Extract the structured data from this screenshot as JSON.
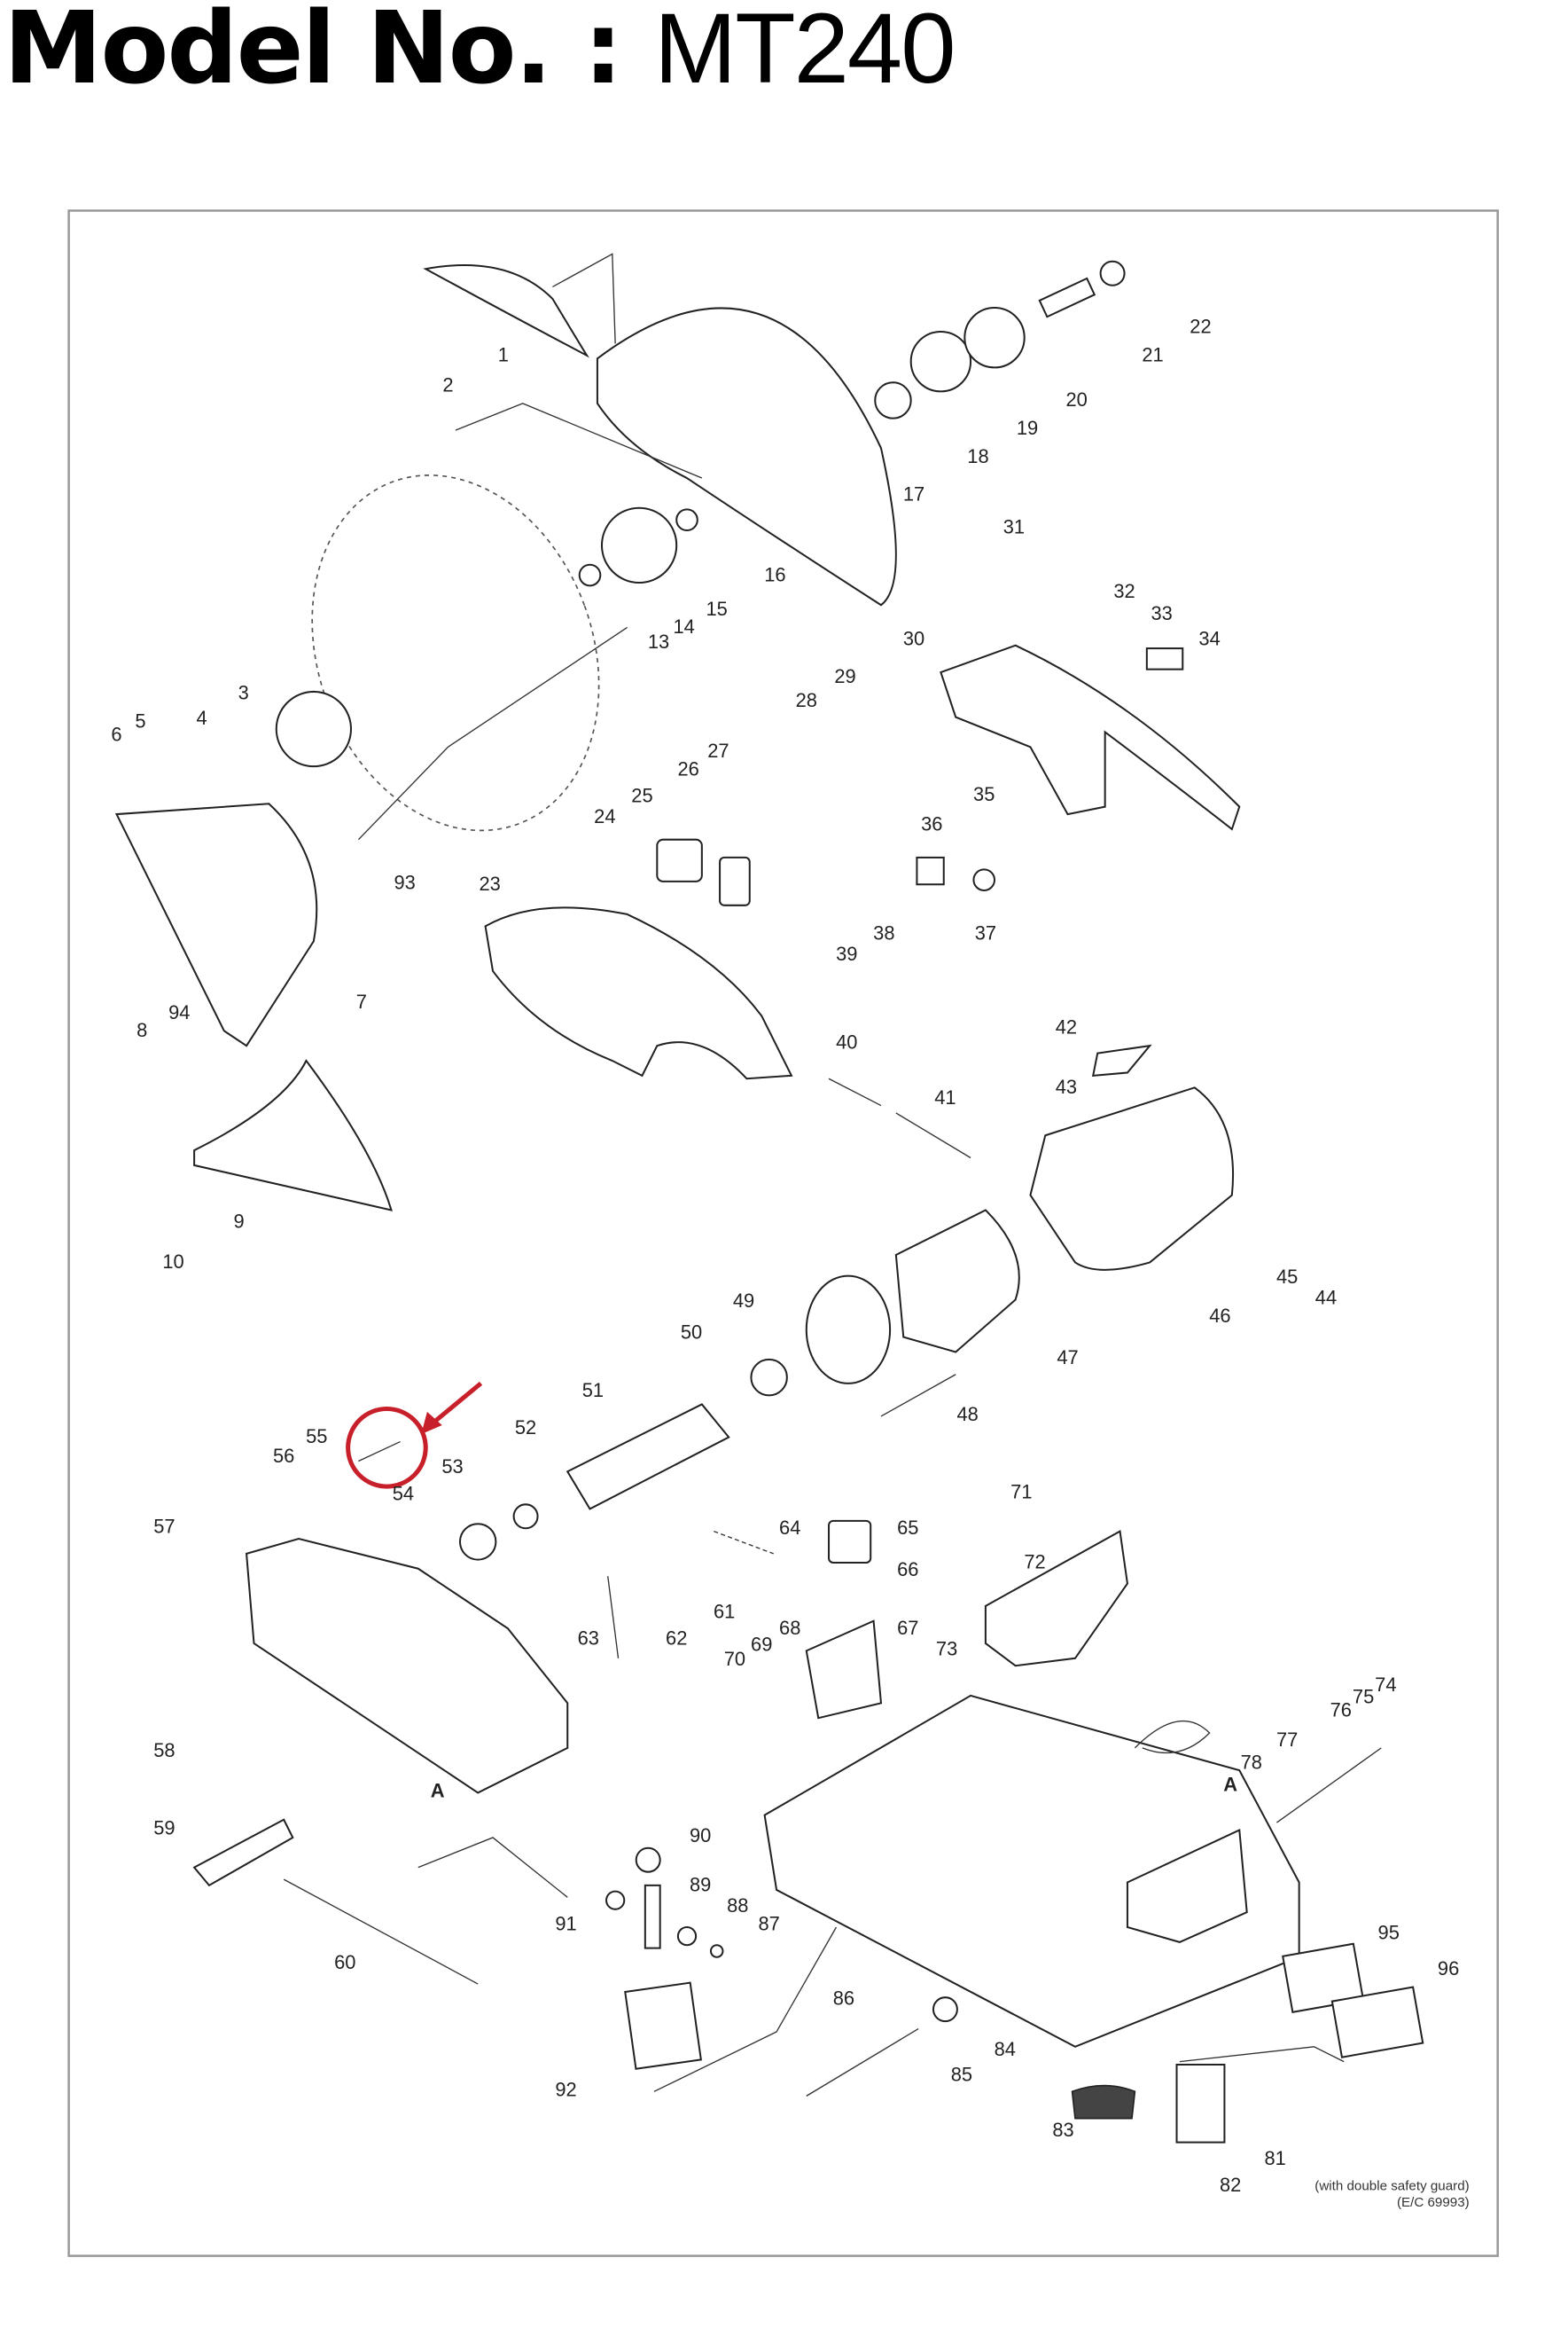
{
  "title": {
    "label": "Model No.",
    "separator": " : ",
    "model": "MT240"
  },
  "parts": [
    "1",
    "2",
    "3",
    "4",
    "5",
    "6",
    "7",
    "8",
    "9",
    "10",
    "13",
    "14",
    "15",
    "16",
    "17",
    "18",
    "19",
    "20",
    "21",
    "22",
    "23",
    "24",
    "25",
    "26",
    "27",
    "28",
    "29",
    "30",
    "31",
    "32",
    "33",
    "34",
    "35",
    "36",
    "37",
    "38",
    "39",
    "40",
    "41",
    "42",
    "43",
    "44",
    "45",
    "46",
    "47",
    "48",
    "49",
    "50",
    "51",
    "52",
    "53",
    "54",
    "55",
    "56",
    "57",
    "58",
    "59",
    "60",
    "61",
    "62",
    "63",
    "64",
    "65",
    "66",
    "67",
    "68",
    "69",
    "70",
    "71",
    "72",
    "73",
    "74",
    "75",
    "76",
    "77",
    "78",
    "81",
    "82",
    "83",
    "84",
    "85",
    "86",
    "87",
    "88",
    "89",
    "90",
    "91",
    "92",
    "93",
    "94",
    "95",
    "96",
    "A",
    "A"
  ],
  "notes": {
    "line1": "(with double safety guard)",
    "line2": "(E/C 69993)"
  },
  "highlight": {
    "part": "55",
    "color": "#c8202a"
  }
}
